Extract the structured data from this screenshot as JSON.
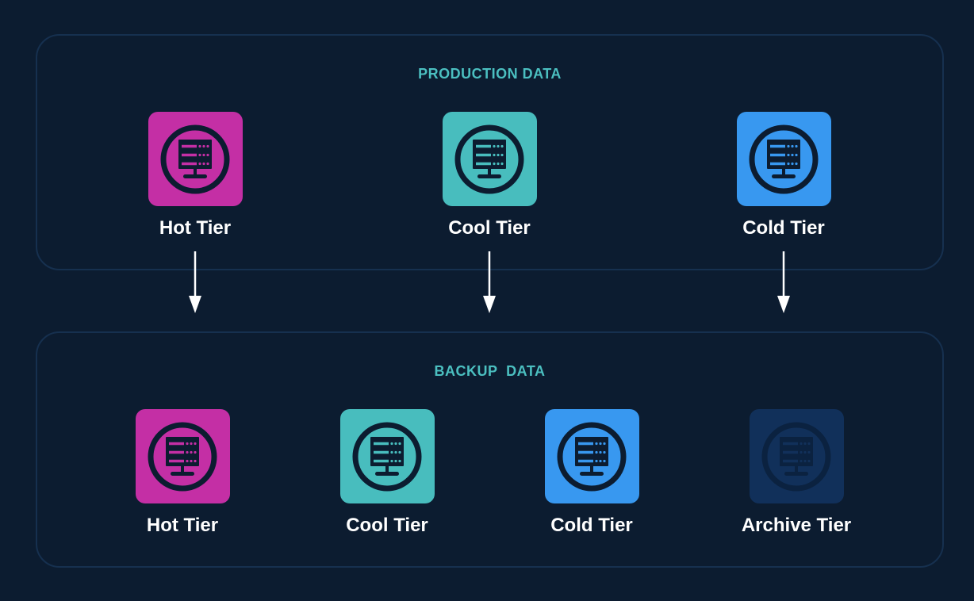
{
  "production": {
    "title": "PRODUCTION DATA",
    "tiers": [
      {
        "label": "Hot Tier",
        "color": "#c42fa5",
        "icon": "server-icon"
      },
      {
        "label": "Cool Tier",
        "color": "#48bdbe",
        "icon": "server-icon"
      },
      {
        "label": "Cold Tier",
        "color": "#3898f0",
        "icon": "server-icon"
      }
    ]
  },
  "backup": {
    "title": "BACKUP  DATA",
    "tiers": [
      {
        "label": "Hot Tier",
        "color": "#c42fa5",
        "icon": "server-icon"
      },
      {
        "label": "Cool Tier",
        "color": "#48bdbe",
        "icon": "server-icon"
      },
      {
        "label": "Cold Tier",
        "color": "#3898f0",
        "icon": "server-icon"
      },
      {
        "label": "Archive Tier",
        "color": "#11305a",
        "icon": "server-icon",
        "faded": true
      }
    ]
  },
  "colors": {
    "background": "#0c1c30",
    "group_border": "#16304f",
    "title": "#4bbfc0",
    "icon_dark": "#0c1c30",
    "label": "#ffffff",
    "arrow": "#ffffff"
  }
}
